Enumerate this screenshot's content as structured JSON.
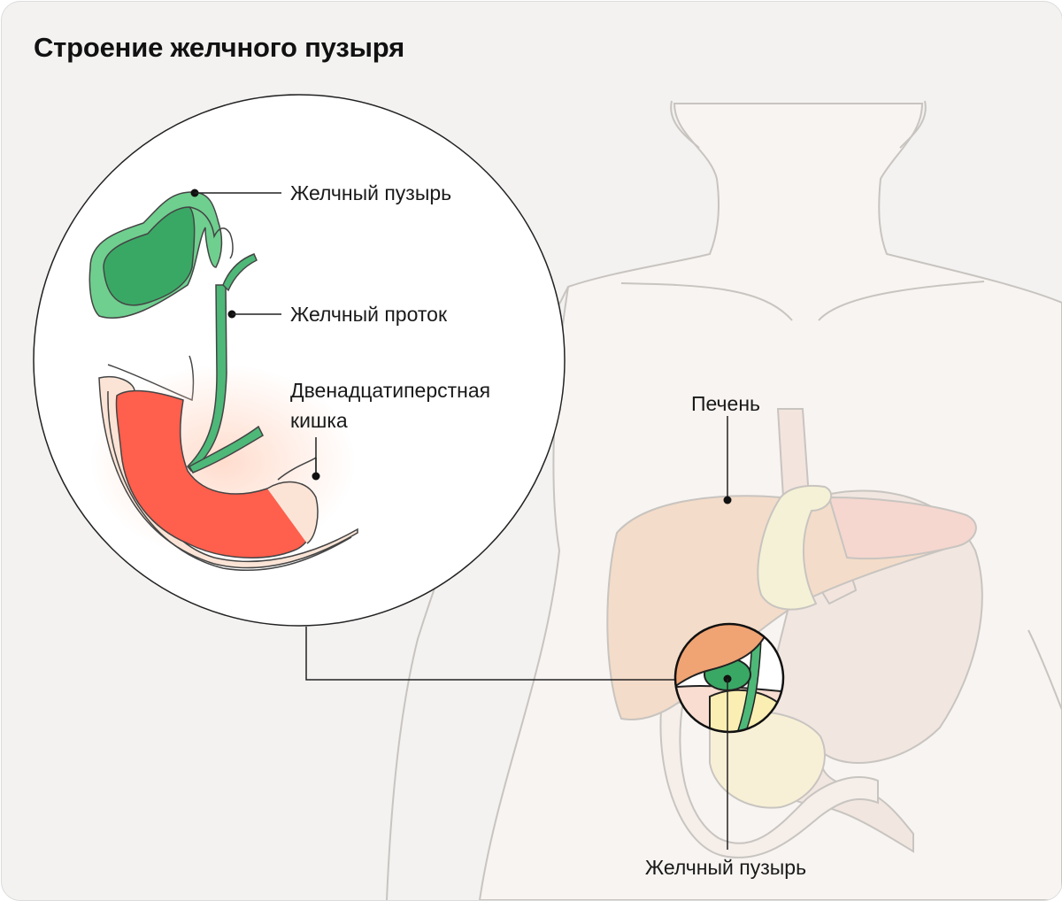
{
  "title": "Строение желчного пузыря",
  "labels": {
    "zoom_gallbladder": "Желчный пузырь",
    "zoom_bile_duct": "Желчный проток",
    "zoom_duodenum_line1": "Двенадцатиперстная",
    "zoom_duodenum_line2": "кишка",
    "body_liver": "Печень",
    "body_gallbladder": "Желчный пузырь"
  },
  "colors": {
    "background": "#f3f2f1",
    "gallbladder": "#4db878",
    "bile_duct": "#3aa865",
    "duodenum": "#ff5f4d",
    "liver": "#f3dcc9",
    "liver_zoom": "#f0a373",
    "body_outline": "#c8c4c0"
  }
}
